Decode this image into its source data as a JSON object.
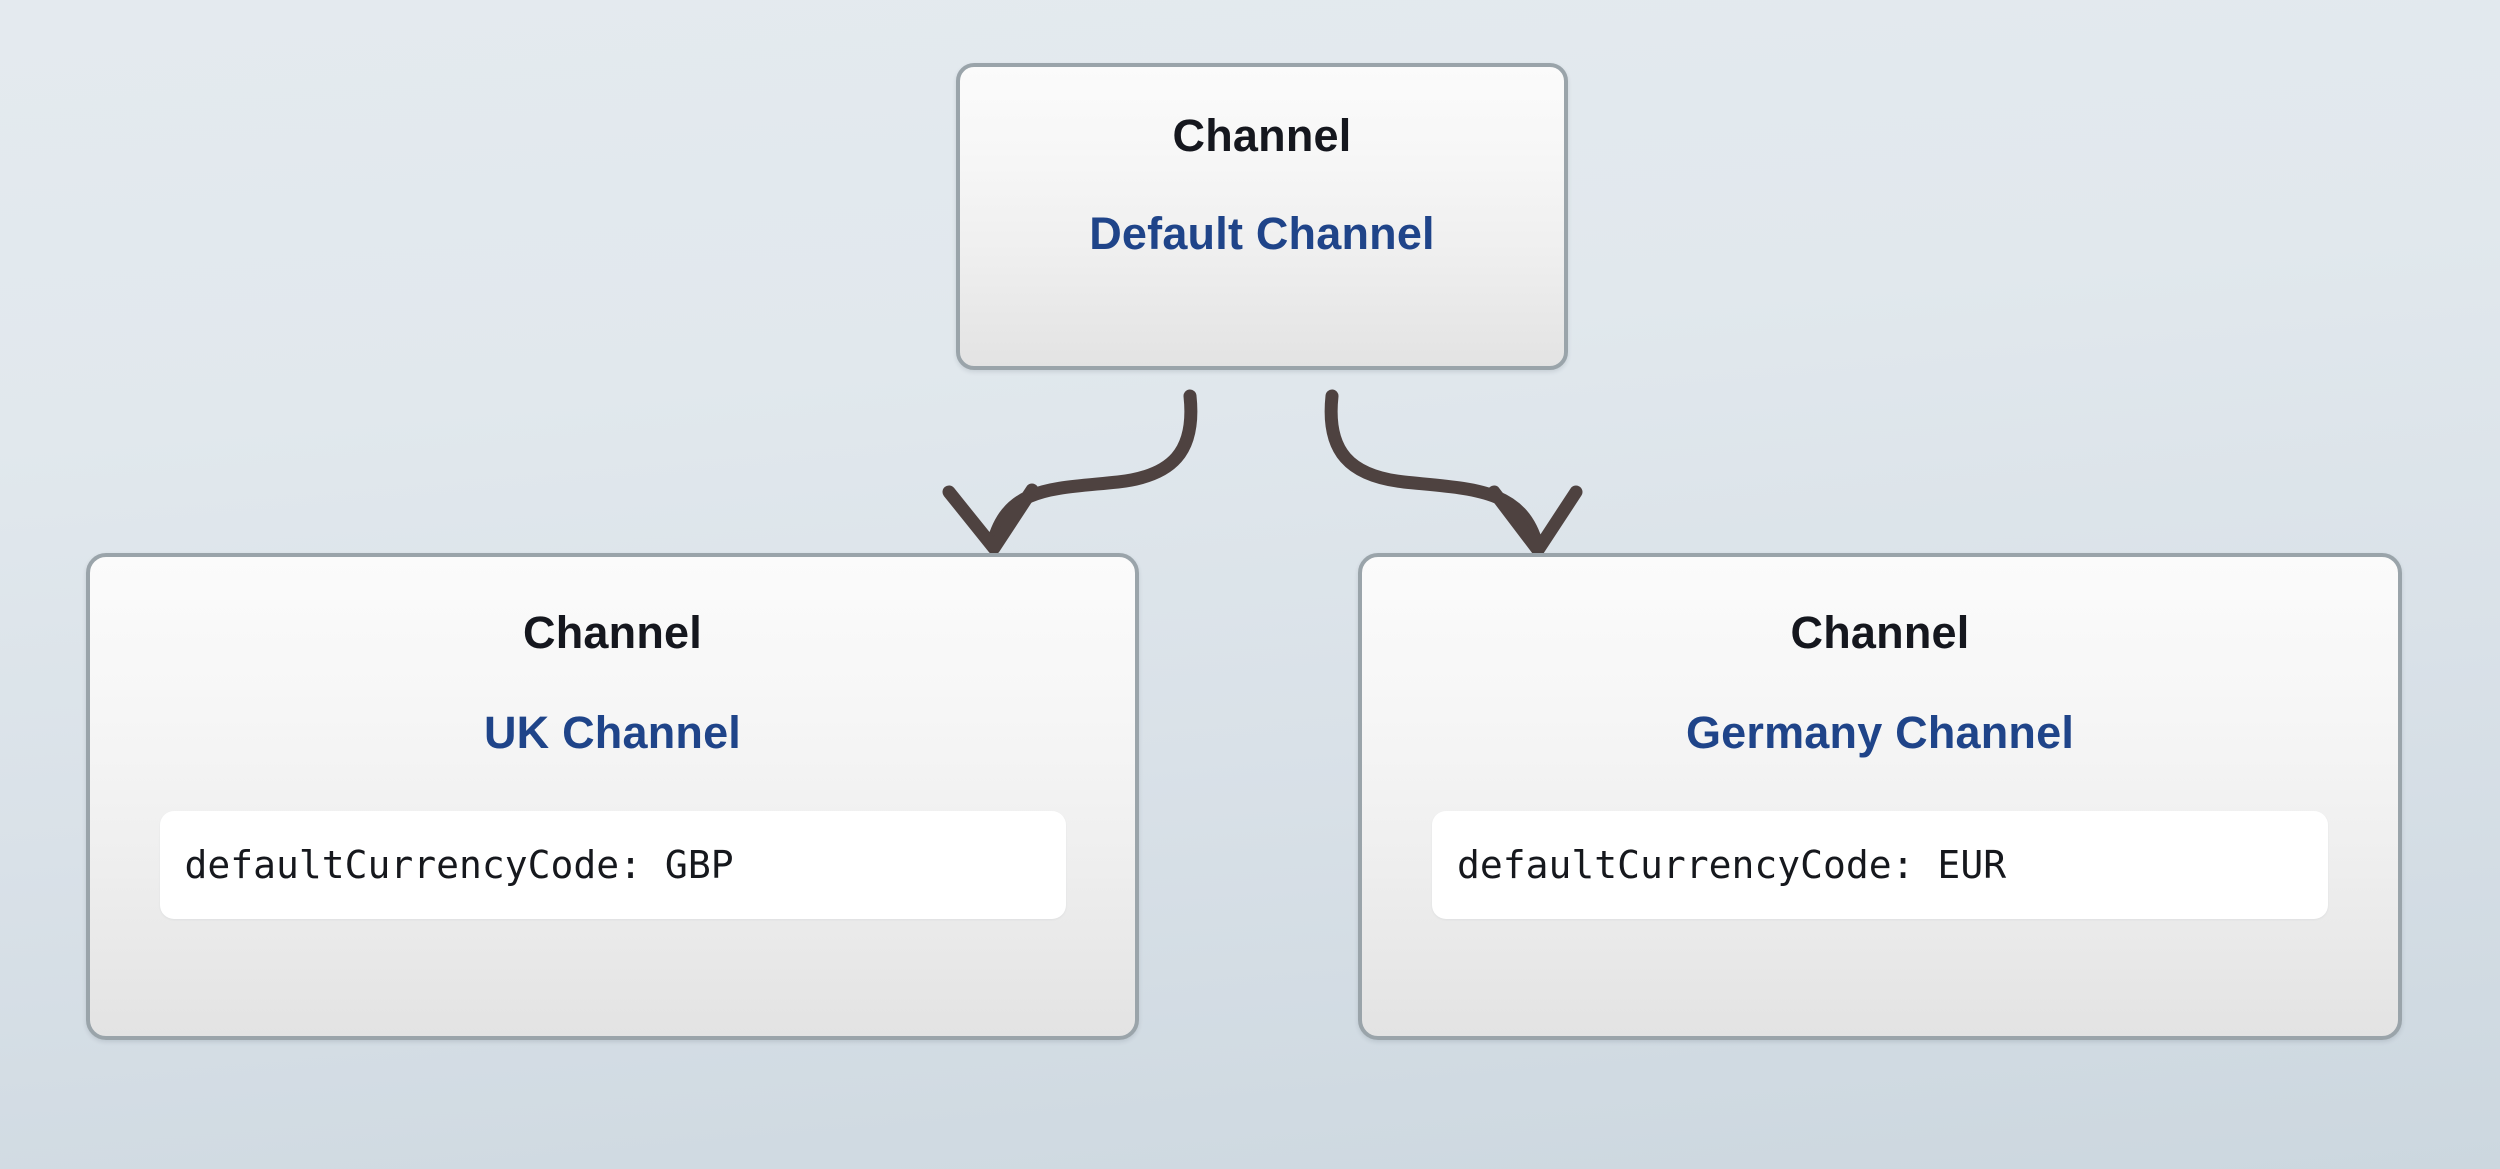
{
  "diagram": {
    "type": "entity-relationship-tree",
    "background_top_color": "#e4eaef",
    "background_bottom_color": "#ccd7df",
    "node_border_color": "#9aa4aa",
    "node_type_color": "#15171e",
    "node_title_color": "#1f4489",
    "edge_color": "#4e4240",
    "attribute_box_color": "#ffffff"
  },
  "nodes": {
    "root": {
      "type_label": "Channel",
      "title": "Default Channel",
      "attributes": []
    },
    "uk": {
      "type_label": "Channel",
      "title": "UK Channel",
      "attributes": [
        {
          "text": "defaultCurrencyCode: GBP"
        }
      ]
    },
    "germany": {
      "type_label": "Channel",
      "title": "Germany Channel",
      "attributes": [
        {
          "text": "defaultCurrencyCode: EUR"
        }
      ]
    }
  },
  "edges": [
    {
      "from": "root",
      "to": "uk",
      "style": "hand-drawn-curved-arrow"
    },
    {
      "from": "root",
      "to": "germany",
      "style": "hand-drawn-curved-arrow"
    }
  ]
}
